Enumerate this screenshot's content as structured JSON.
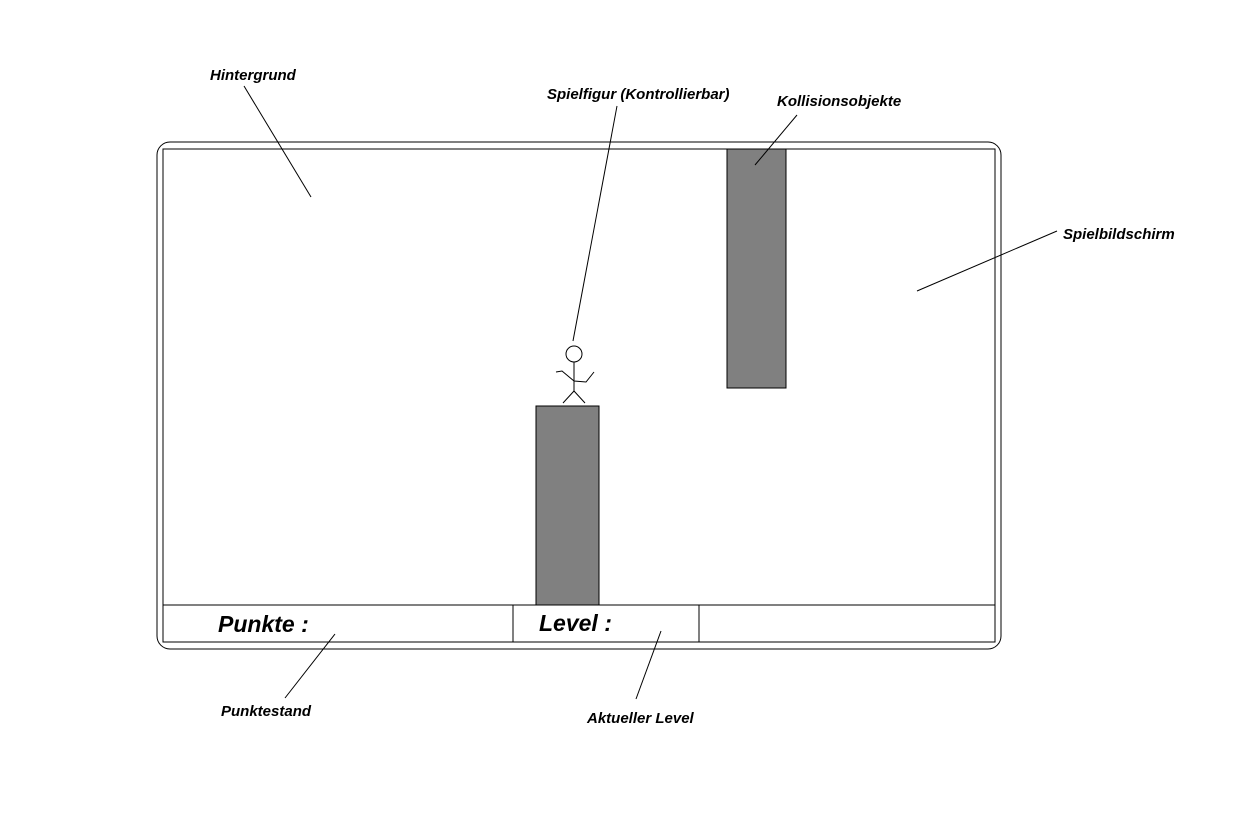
{
  "annotations": {
    "background": "Hintergrund",
    "player": "Spielfigur (Kontrollierbar)",
    "collision": "Kollisionsobjekte",
    "screen": "Spielbildschirm",
    "score": "Punktestand",
    "current_level": "Aktueller Level"
  },
  "hud": {
    "score_label": "Punkte :",
    "level_label": "Level :"
  },
  "colors": {
    "obstacle": "#808080",
    "line": "#000000",
    "background": "#ffffff"
  }
}
